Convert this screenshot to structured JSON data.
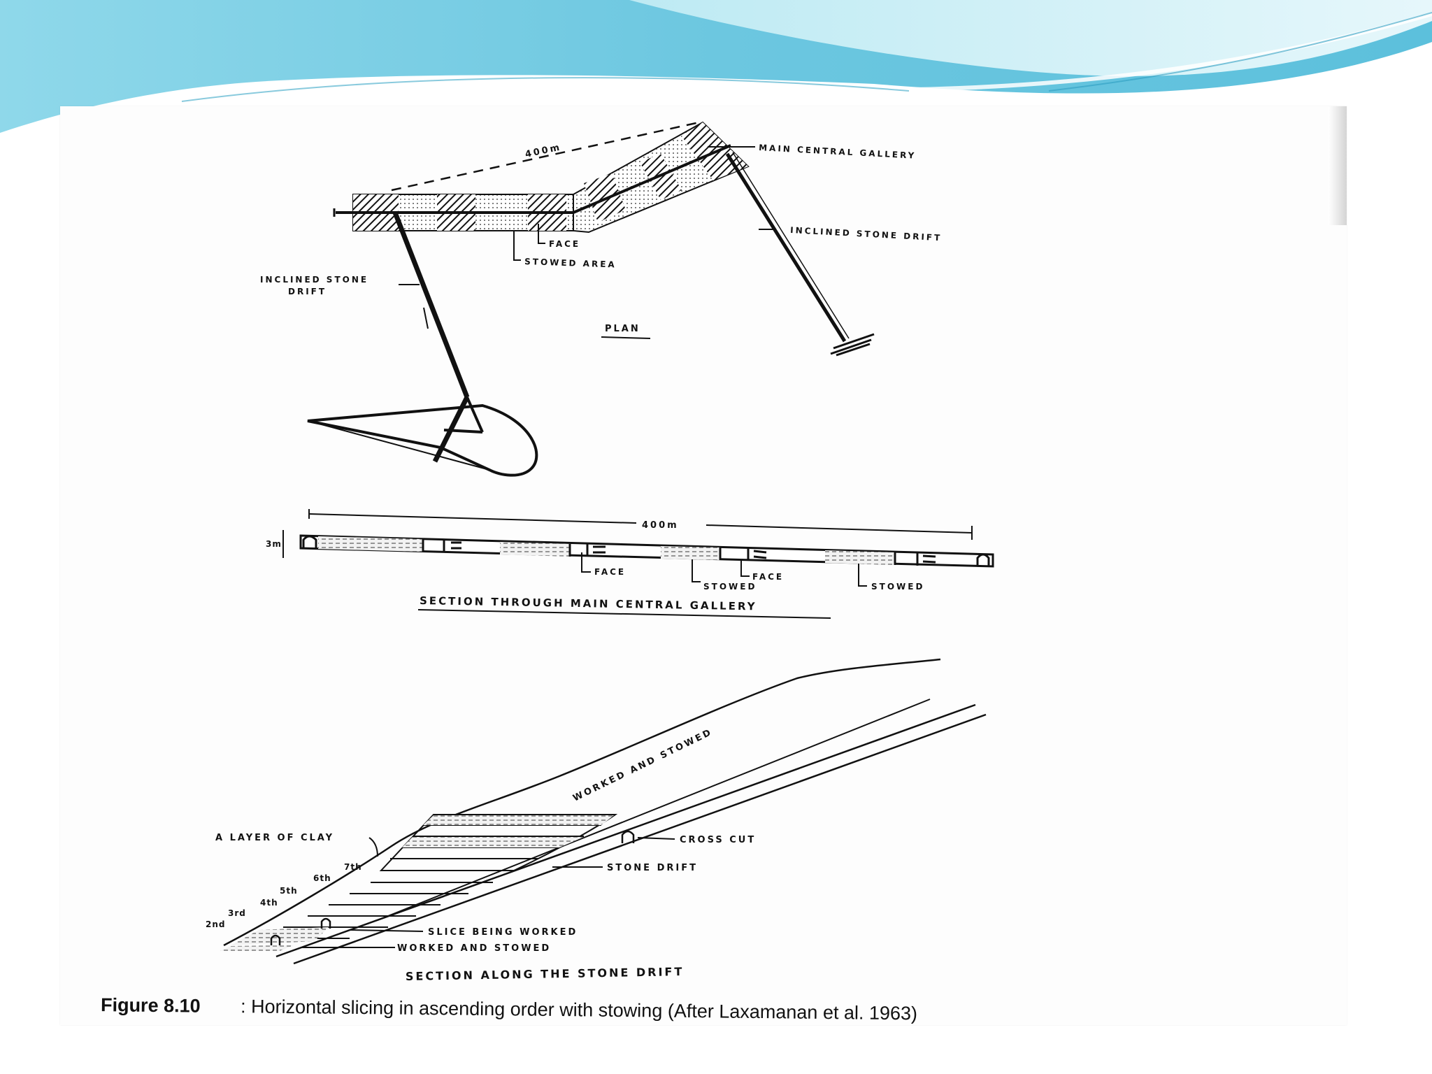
{
  "colors": {
    "banner_light": "#c8eef6",
    "banner_mid": "#7fd3e6",
    "banner_dark": "#4bbcd8",
    "ink": "#111111"
  },
  "plan": {
    "title": "PLAN",
    "dimension": "400m",
    "main_central_gallery": "MAIN CENTRAL GALLERY",
    "inclined_drift_right": "INCLINED STONE DRIFT",
    "inclined_drift_left_1": "INCLINED STONE",
    "inclined_drift_left_2": "DRIFT",
    "face": "FACE",
    "stowed_area": "STOWED AREA"
  },
  "gallery_section": {
    "title": "SECTION THROUGH MAIN CENTRAL GALLERY",
    "length": "400m",
    "height": "3m",
    "face_1": "FACE",
    "stowed_1": "STOWED",
    "face_2": "FACE",
    "stowed_2": "STOWED"
  },
  "drift_section": {
    "title": "SECTION ALONG THE STONE DRIFT",
    "worked_and_stowed_top": "WORKED AND STOWED",
    "layer_of_clay": "A LAYER OF CLAY",
    "cross_cut": "CROSS CUT",
    "stone_drift": "STONE DRIFT",
    "slice_being_worked": "SLICE BEING WORKED",
    "worked_and_stowed_bottom": "WORKED AND STOWED",
    "slices": [
      "7th",
      "6th",
      "5th",
      "4th",
      "3rd",
      "2nd"
    ]
  },
  "caption": {
    "figure_number": "Figure 8.10",
    "text": ": Horizontal slicing in ascending order with stowing (After Laxamanan et al. 1963)"
  }
}
